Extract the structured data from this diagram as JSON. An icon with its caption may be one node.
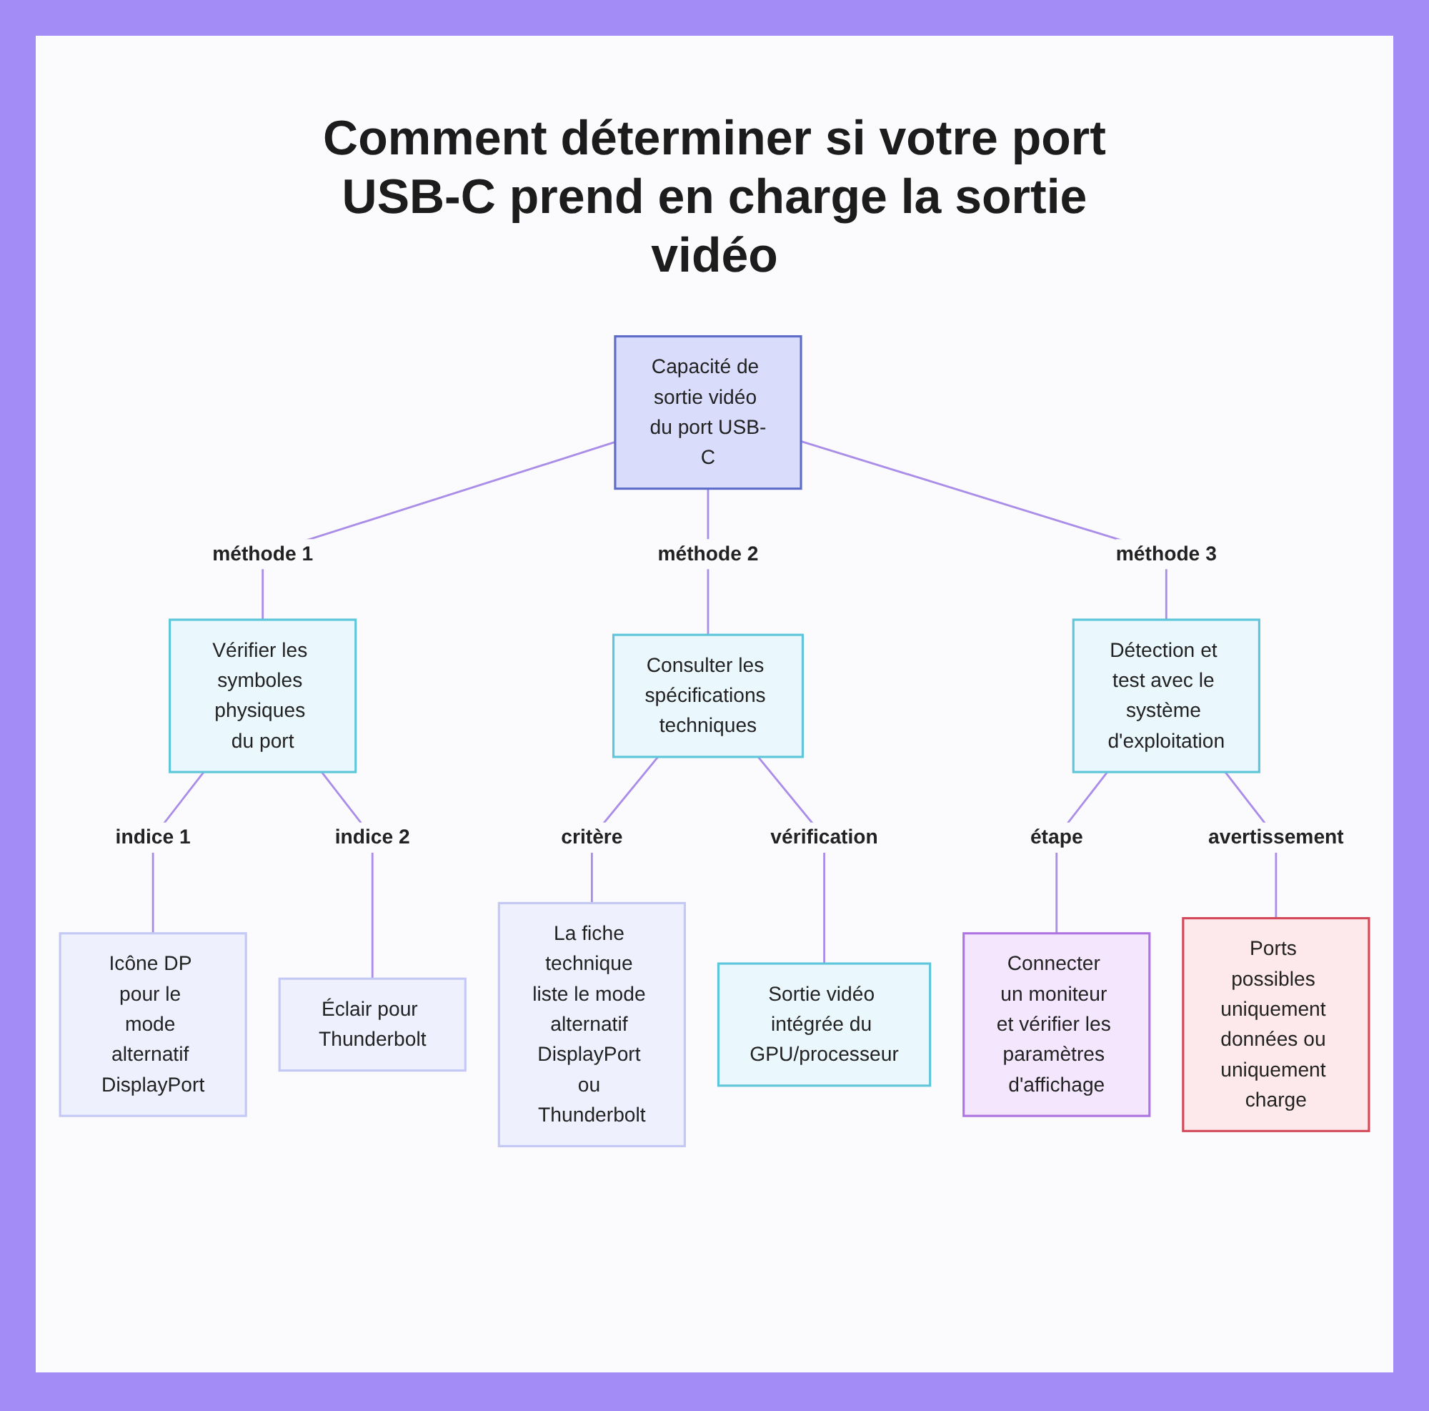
{
  "diagram": {
    "title": "Comment déterminer si votre port USB-C prend en charge la sortie vidéo",
    "nodes": [
      {
        "text": [
          "Capacité de sortie vidéo du port USB-C"
        ]
      },
      {
        "text": [
          "Vérifier les symboles physiques du port"
        ]
      },
      {
        "text": [
          "Consulter les spécifications techniques"
        ]
      },
      {
        "text": [
          "Détection et test avec le système d'exploitation"
        ]
      },
      {
        "text": [
          "Icône DP pour le mode alternatif DisplayPort"
        ]
      },
      {
        "text": [
          "Éclair pour Thunderbolt"
        ]
      },
      {
        "text": [
          "La fiche technique liste le mode alternatif DisplayPort ou Thunderbolt"
        ]
      },
      {
        "text": [
          "Sortie vidéo intégrée du GPU/processeur"
        ]
      },
      {
        "text": [
          "Connecter un moniteur et vérifier les paramètres d'affichage"
        ]
      },
      {
        "text": [
          "Ports possibles uniquement données ou uniquement charge"
        ]
      }
    ],
    "edges": [
      {
        "from": 0,
        "to": 1,
        "arrow": "none",
        "label": "méthode 1"
      },
      {
        "from": 0,
        "to": 2,
        "arrow": "none",
        "label": "méthode 2"
      },
      {
        "from": 0,
        "to": 3,
        "arrow": "none",
        "label": "méthode 3"
      },
      {
        "from": 1,
        "to": 4,
        "arrow": "none",
        "label": "indice 1"
      },
      {
        "from": 1,
        "to": 5,
        "arrow": "none",
        "label": "indice 2"
      },
      {
        "from": 2,
        "to": 6,
        "arrow": "none",
        "label": "critère"
      },
      {
        "from": 2,
        "to": 7,
        "arrow": "none",
        "label": "vérification"
      },
      {
        "from": 3,
        "to": 8,
        "arrow": "none",
        "label": "étape"
      },
      {
        "from": 3,
        "to": 9,
        "arrow": "none",
        "label": "avertissement"
      }
    ]
  }
}
